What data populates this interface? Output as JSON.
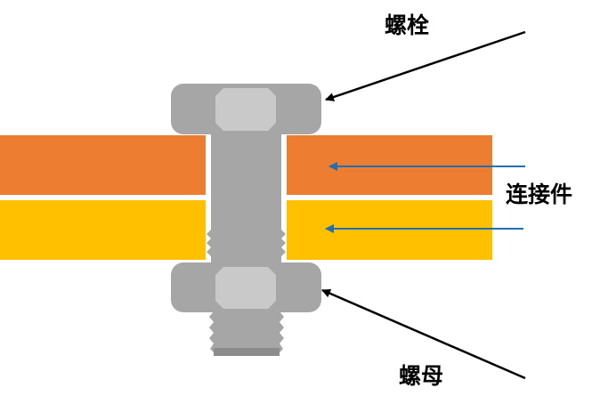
{
  "labels": {
    "bolt": "螺栓",
    "connector": "连接件",
    "nut": "螺母"
  },
  "colors": {
    "plate_top": "#ED7D31",
    "plate_bottom": "#FFC000",
    "metal": "#A6A6A6",
    "metal_dark": "#8C8C8C",
    "metal_highlight": "#C9C9C9",
    "arrow_black": "#000000",
    "arrow_blue": "#1F6FB2"
  }
}
